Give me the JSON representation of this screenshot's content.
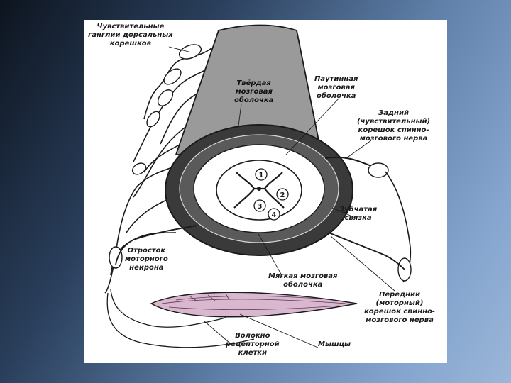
{
  "labels": {
    "ganglia": [
      "Чувствительные",
      "ганглии дорсальных",
      "корешков"
    ],
    "dura": [
      "Твёрдая",
      "мозговая",
      "оболочка"
    ],
    "arachnoid": [
      "Паутинная",
      "мозговая",
      "оболочка"
    ],
    "dorsal_root": [
      "Задний",
      "(чувствительный)",
      "корешок спинно-",
      "мозгового нерва"
    ],
    "dentate": [
      "Зубчатая",
      "связка"
    ],
    "motor_process": [
      "Отросток",
      "моторного",
      "нейрона"
    ],
    "pia": [
      "Мягкая мозговая",
      "оболочка"
    ],
    "ventral_root": [
      "Передний",
      "(моторный)",
      "корешок спинно-",
      "мозгового нерва"
    ],
    "receptor_fiber": [
      "Волокно",
      "рецепторной",
      "клетки"
    ],
    "muscles": [
      "Мышцы"
    ]
  },
  "markers": [
    "1",
    "2",
    "3",
    "4"
  ],
  "colors": {
    "dura": "#9a9a9a",
    "ring": "#3a3a3a",
    "muscle": "#d9b8cf",
    "line": "#1a1a1a"
  }
}
